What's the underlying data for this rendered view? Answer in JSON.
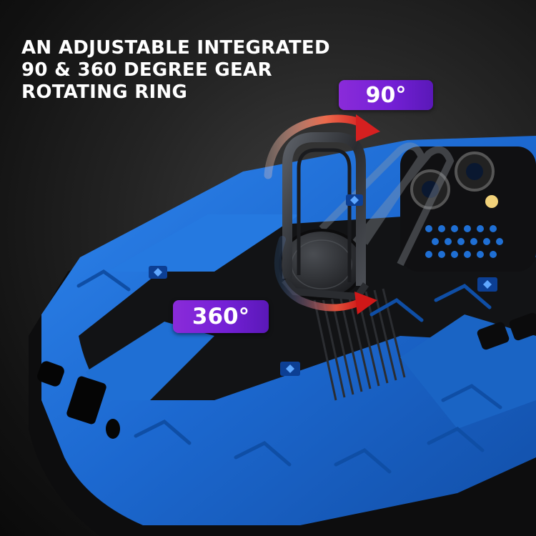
{
  "headline": {
    "line1": "AN ADJUSTABLE INTEGRATED",
    "line2": "90 & 360 DEGREE GEAR",
    "line3": "ROTATING RING"
  },
  "badges": {
    "angle_90": "90°",
    "angle_360": "360°"
  },
  "colors": {
    "background": "#1a1a1a",
    "case_blue": "#1f6fd4",
    "case_black": "#111111",
    "badge_purple": "#7a24d8",
    "arrow_red": "#e5322d",
    "ring_gray": "#3a3d42"
  }
}
